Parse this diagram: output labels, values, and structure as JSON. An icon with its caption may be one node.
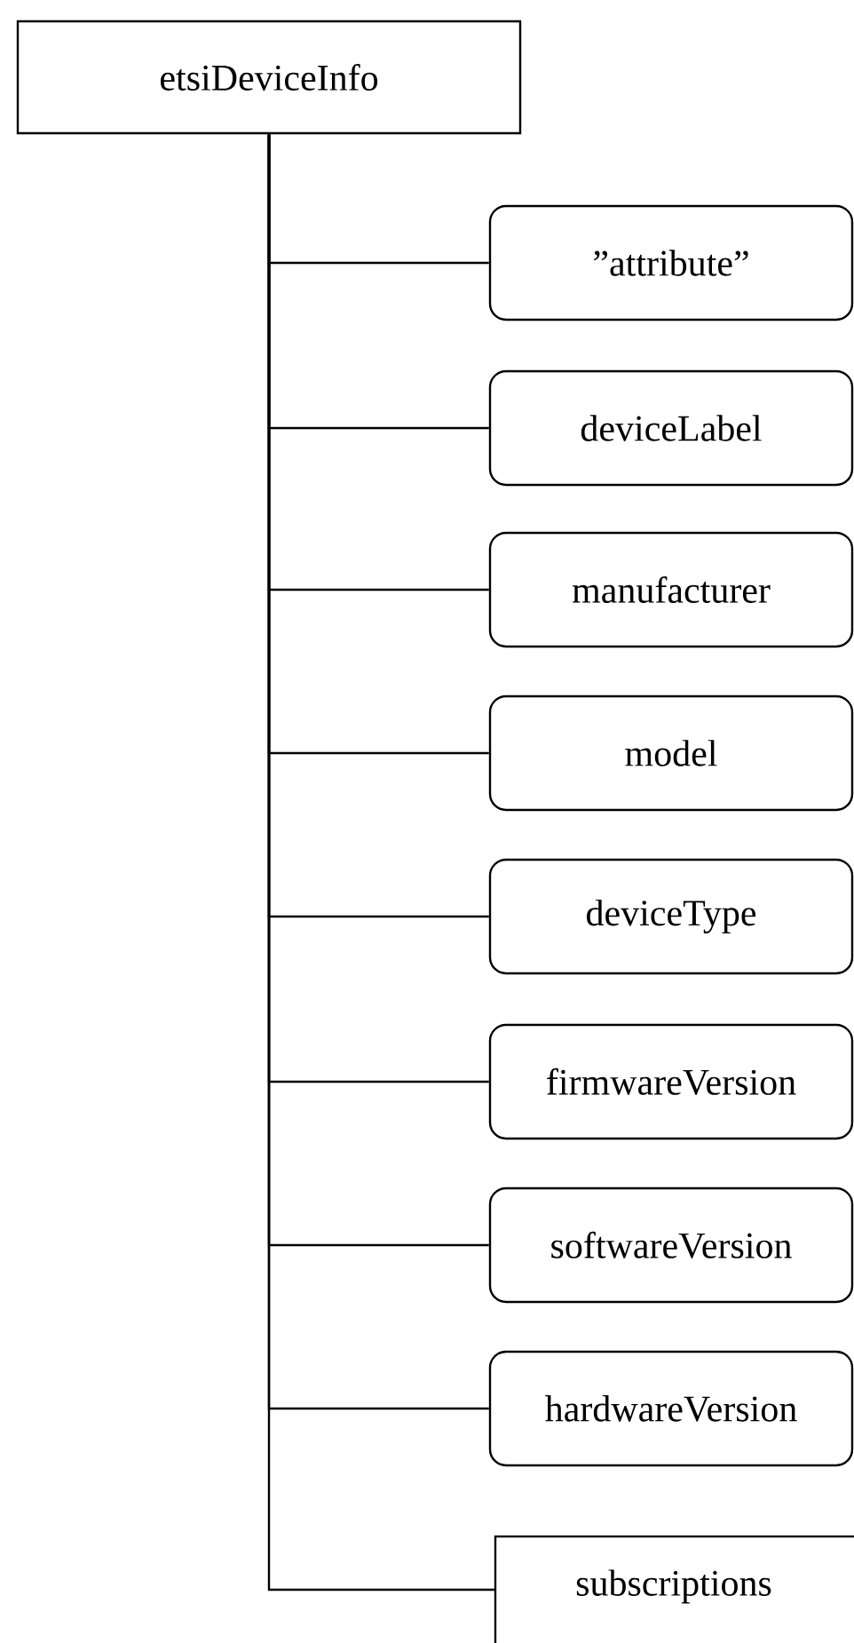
{
  "diagram": {
    "nodes": [
      {
        "text": [
          "etsiDeviceInfo"
        ]
      },
      {
        "text": [
          "”attribute”"
        ]
      },
      {
        "text": [
          "deviceLabel"
        ]
      },
      {
        "text": [
          "manufacturer"
        ]
      },
      {
        "text": [
          "model"
        ]
      },
      {
        "text": [
          "deviceType"
        ]
      },
      {
        "text": [
          "firmwareVersion"
        ]
      },
      {
        "text": [
          "softwareVersion"
        ]
      },
      {
        "text": [
          "hardwareVersion"
        ]
      },
      {
        "text": [
          "subscriptions"
        ]
      }
    ],
    "edges": [
      {
        "from": 0,
        "to": 1,
        "arrow": "none"
      },
      {
        "from": 0,
        "to": 2,
        "arrow": "none"
      },
      {
        "from": 0,
        "to": 3,
        "arrow": "none"
      },
      {
        "from": 0,
        "to": 4,
        "arrow": "none"
      },
      {
        "from": 0,
        "to": 5,
        "arrow": "none"
      },
      {
        "from": 0,
        "to": 6,
        "arrow": "none"
      },
      {
        "from": 0,
        "to": 7,
        "arrow": "none"
      },
      {
        "from": 0,
        "to": 8,
        "arrow": "none"
      },
      {
        "from": 0,
        "to": 9,
        "arrow": "none"
      }
    ]
  }
}
